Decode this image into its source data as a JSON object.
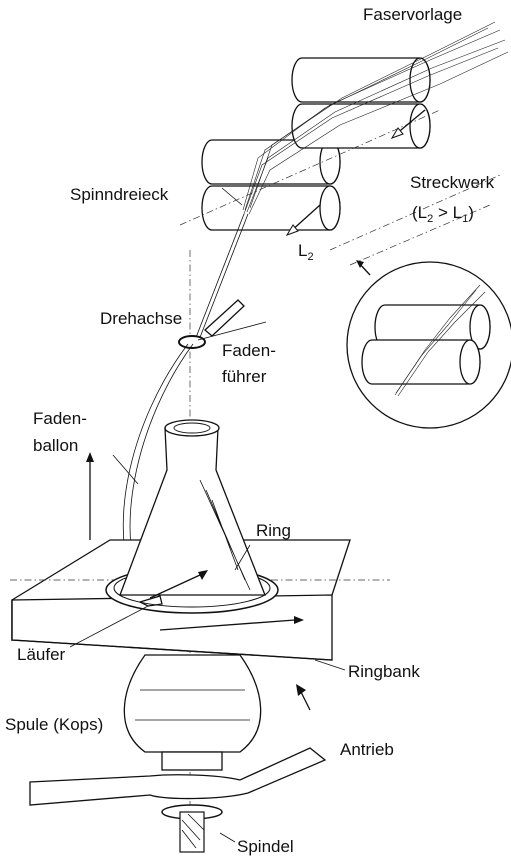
{
  "labels": {
    "faservorlage": "Faservorlage",
    "spinndreieck": "Spinndreieck",
    "streckwerk": "Streckwerk",
    "streckwerk_cond_main": "(L",
    "streckwerk_cond_sub1": "2",
    "streckwerk_cond_mid": " > L",
    "streckwerk_cond_sub2": "1",
    "streckwerk_cond_end": ")",
    "l2_main": "L",
    "l2_sub": "2",
    "drehachse": "Drehachse",
    "fadenfuehrer_1": "Faden-",
    "fadenfuehrer_2": "führer",
    "fadenballon_1": "Faden-",
    "fadenballon_2": "ballon",
    "ring": "Ring",
    "laeufer": "Läufer",
    "ringbank": "Ringbank",
    "spule": "Spule (Kops)",
    "antrieb": "Antrieb",
    "spindel": "Spindel"
  }
}
